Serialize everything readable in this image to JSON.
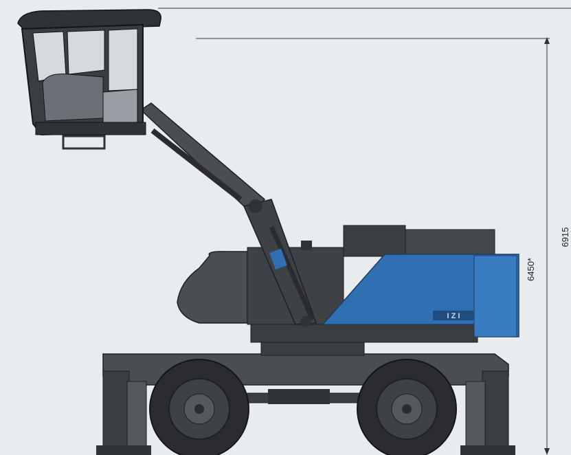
{
  "dimensions": {
    "cab_height": "6450*",
    "total_height": "6915"
  },
  "badge": "I Z I",
  "colors": {
    "background": "#e8ecef",
    "body_gray": "#4a4d52",
    "body_dark": "#2f3236",
    "accent_blue": "#2f6fb2",
    "glass": "#d6dadf",
    "dimension_line": "#333333"
  }
}
